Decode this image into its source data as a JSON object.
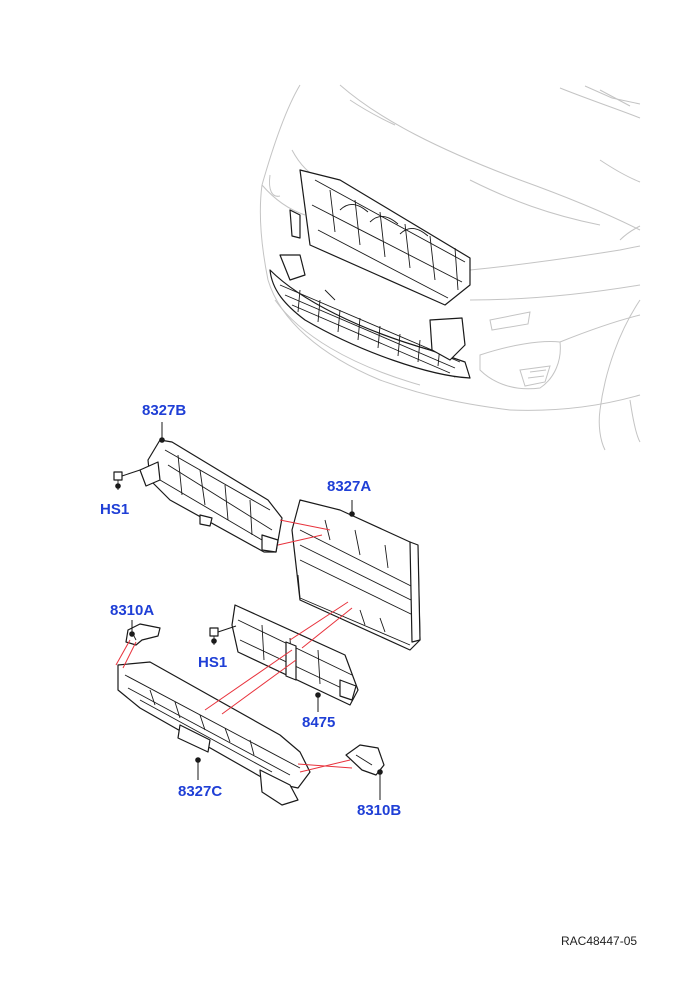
{
  "callouts": {
    "c8327B": "8327B",
    "c8327A": "8327A",
    "cHS1a": "HS1",
    "c8310A": "8310A",
    "cHS1b": "HS1",
    "c8475": "8475",
    "c8327C": "8327C",
    "c8310B": "8310B"
  },
  "reference_code": "RAC48447-05",
  "colors": {
    "callout": "#1f3fd6",
    "assembly_line": "#e8323c",
    "part_outline": "#1a1a1a",
    "vehicle_outline": "#c4c4c4"
  }
}
